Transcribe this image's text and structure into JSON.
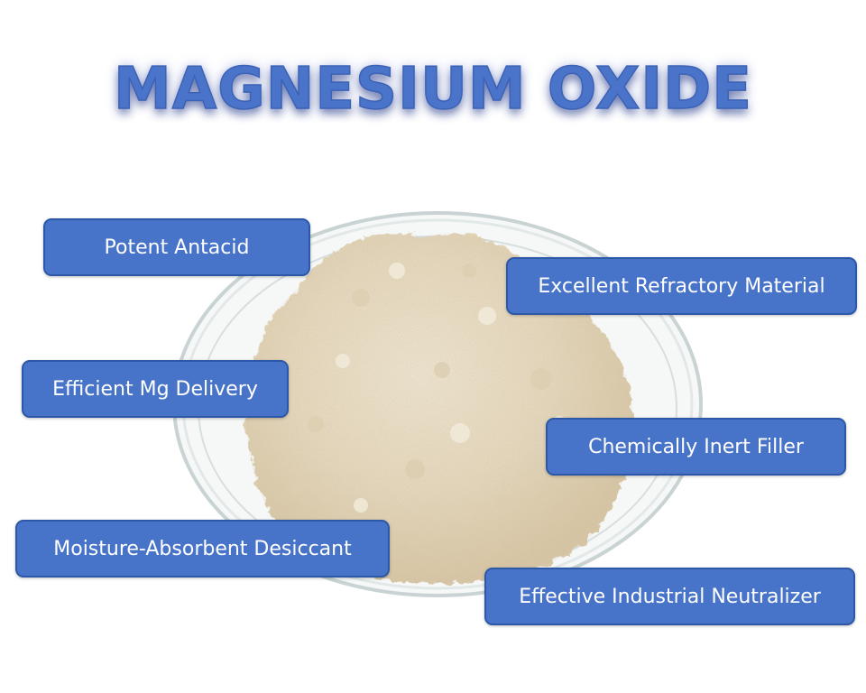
{
  "title": "MAGNESIUM OXIDE",
  "labels": {
    "potent_antacid": "Potent Antacid",
    "refractory": "Excellent Refractory Material",
    "mg_delivery": "Efficient Mg Delivery",
    "inert_filler": "Chemically Inert Filler",
    "desiccant": "Moisture-Absorbent Desiccant",
    "neutralizer": "Effective Industrial Neutralizer"
  },
  "colors": {
    "title": "#4a74c9",
    "label_bg": "#4773c8",
    "label_border": "#2d58a8",
    "powder": "#e8dcc4"
  }
}
